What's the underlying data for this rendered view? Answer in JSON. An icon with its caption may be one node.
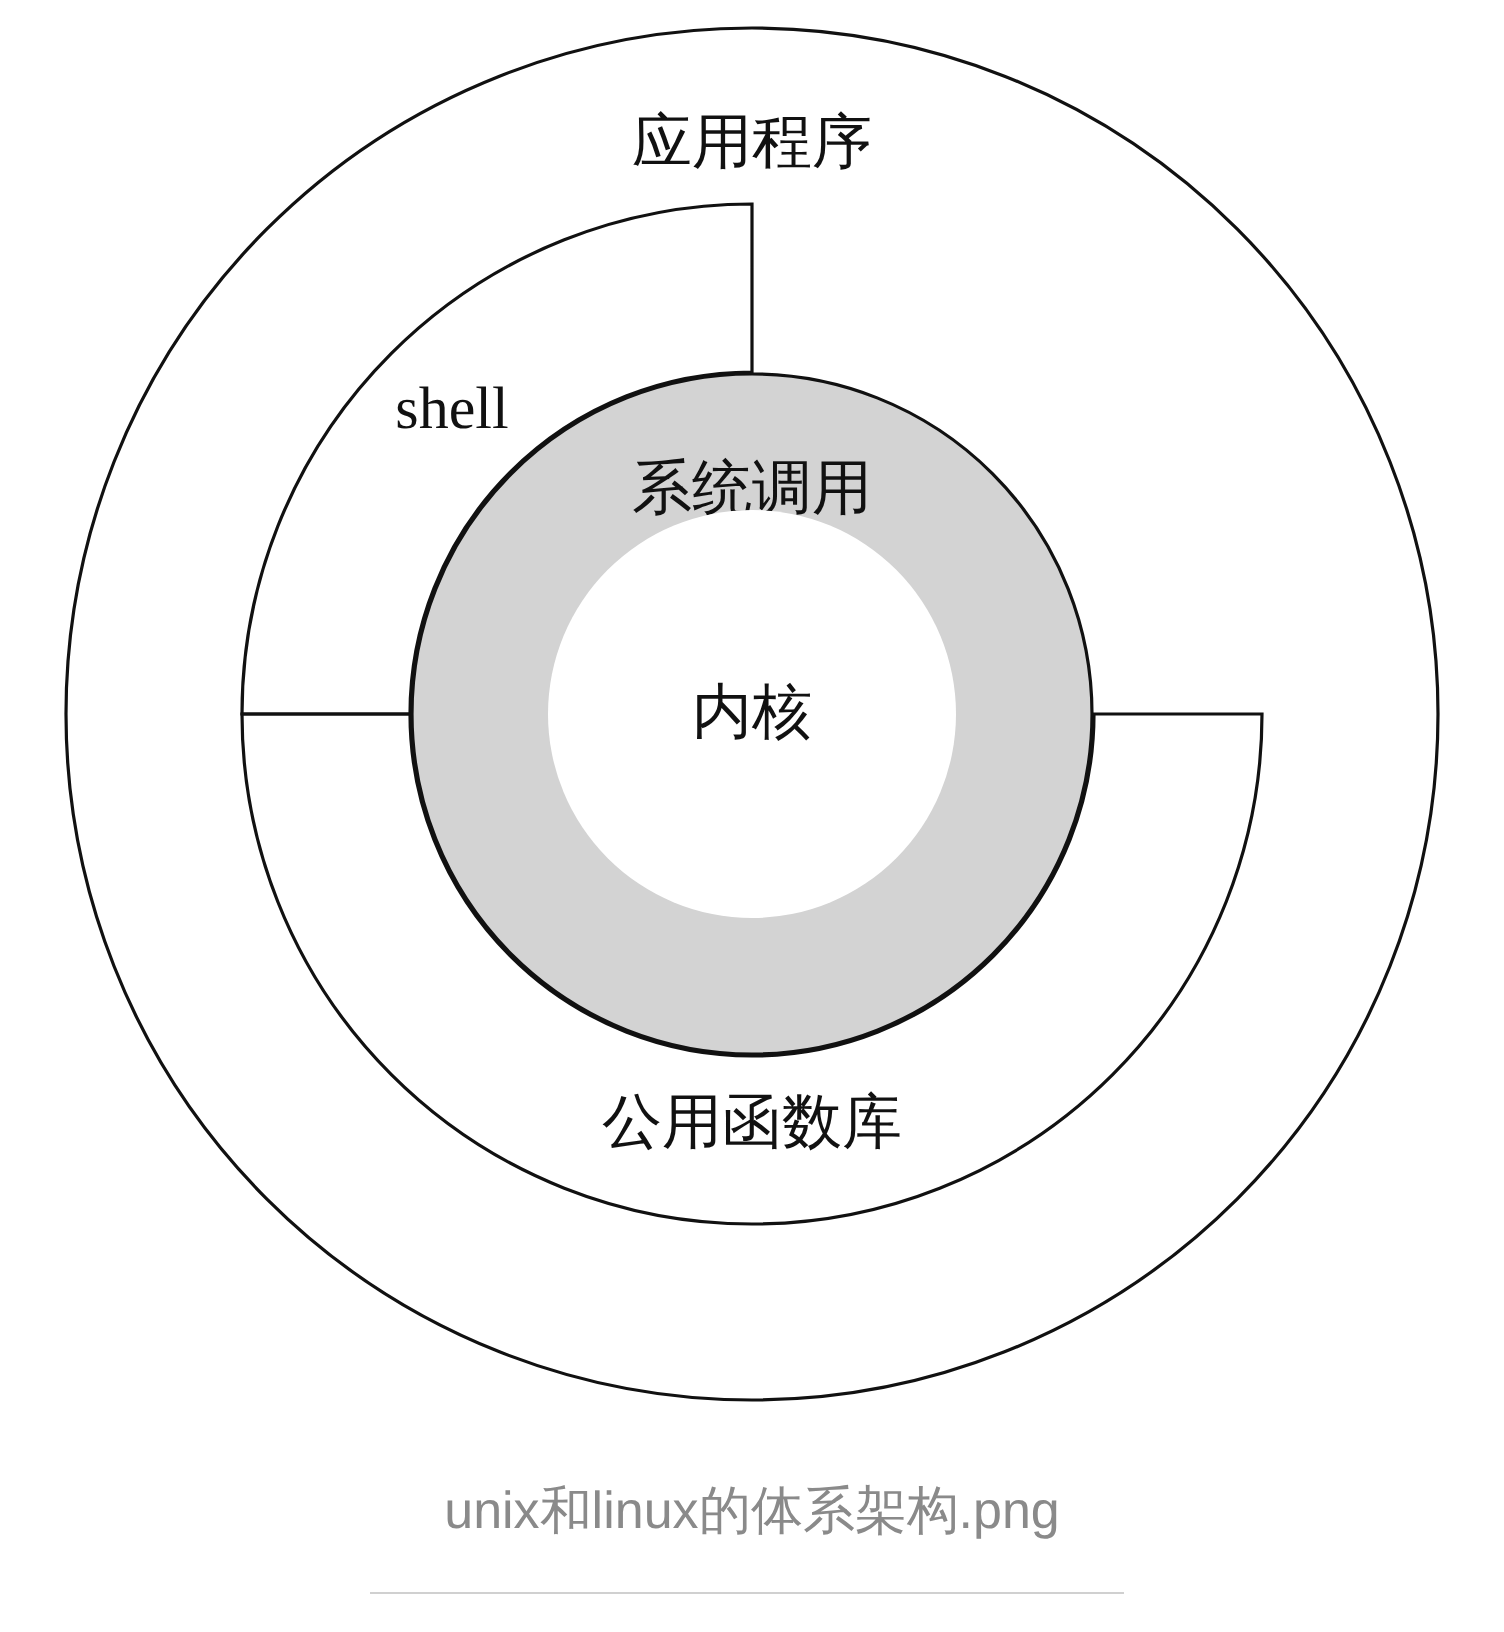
{
  "diagram": {
    "caption": "unix和linux的体系架构.png",
    "nodes": [
      {
        "text": [
          "应用程序"
        ]
      },
      {
        "text": [
          "shell"
        ],
        "in": 0
      },
      {
        "text": [
          "公用函数库"
        ],
        "in": 0
      },
      {
        "text": [
          "系统调用"
        ],
        "in": 0
      },
      {
        "text": [
          "内核"
        ],
        "in": 3
      }
    ]
  }
}
